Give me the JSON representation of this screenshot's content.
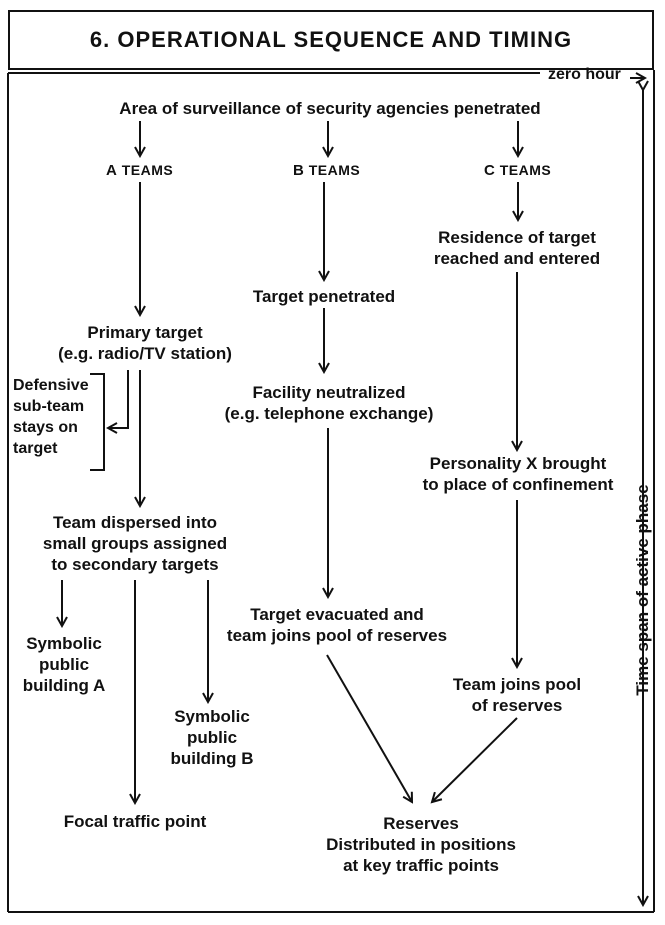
{
  "title": "6. OPERATIONAL SEQUENCE AND TIMING",
  "zero_hour": "zero hour",
  "time_span": "Time span of active phase",
  "top_node": "Area of surveillance of security agencies penetrated",
  "teams": {
    "a": {
      "letter": "A",
      "word": "TEAMS"
    },
    "b": {
      "letter": "B",
      "word": "TEAMS"
    },
    "c": {
      "letter": "C",
      "word": "TEAMS"
    }
  },
  "a_column": {
    "primary_1": "Primary target",
    "primary_2": "(e.g. radio/TV station)",
    "defensive_1": "Defensive",
    "defensive_2": "sub-team",
    "defensive_3": "stays on",
    "defensive_4": "target",
    "dispersed_1": "Team dispersed into",
    "dispersed_2": "small groups assigned",
    "dispersed_3": "to secondary targets",
    "sym_a_1": "Symbolic",
    "sym_a_2": "public",
    "sym_a_3": "building A",
    "sym_b_1": "Symbolic",
    "sym_b_2": "public",
    "sym_b_3": "building B",
    "focal": "Focal traffic point"
  },
  "b_column": {
    "penetrated": "Target penetrated",
    "neutralized_1": "Facility neutralized",
    "neutralized_2": "(e.g. telephone exchange)",
    "evacuated_1": "Target evacuated and",
    "evacuated_2": "team joins pool of reserves"
  },
  "c_column": {
    "residence_1": "Residence of target",
    "residence_2": "reached and entered",
    "personality_1": "Personality X brought",
    "personality_2": "to place of confinement",
    "joins_1": "Team joins pool",
    "joins_2": "of reserves"
  },
  "reserves": {
    "line_1": "Reserves",
    "line_2": "Distributed in positions",
    "line_3": "at key traffic points"
  }
}
